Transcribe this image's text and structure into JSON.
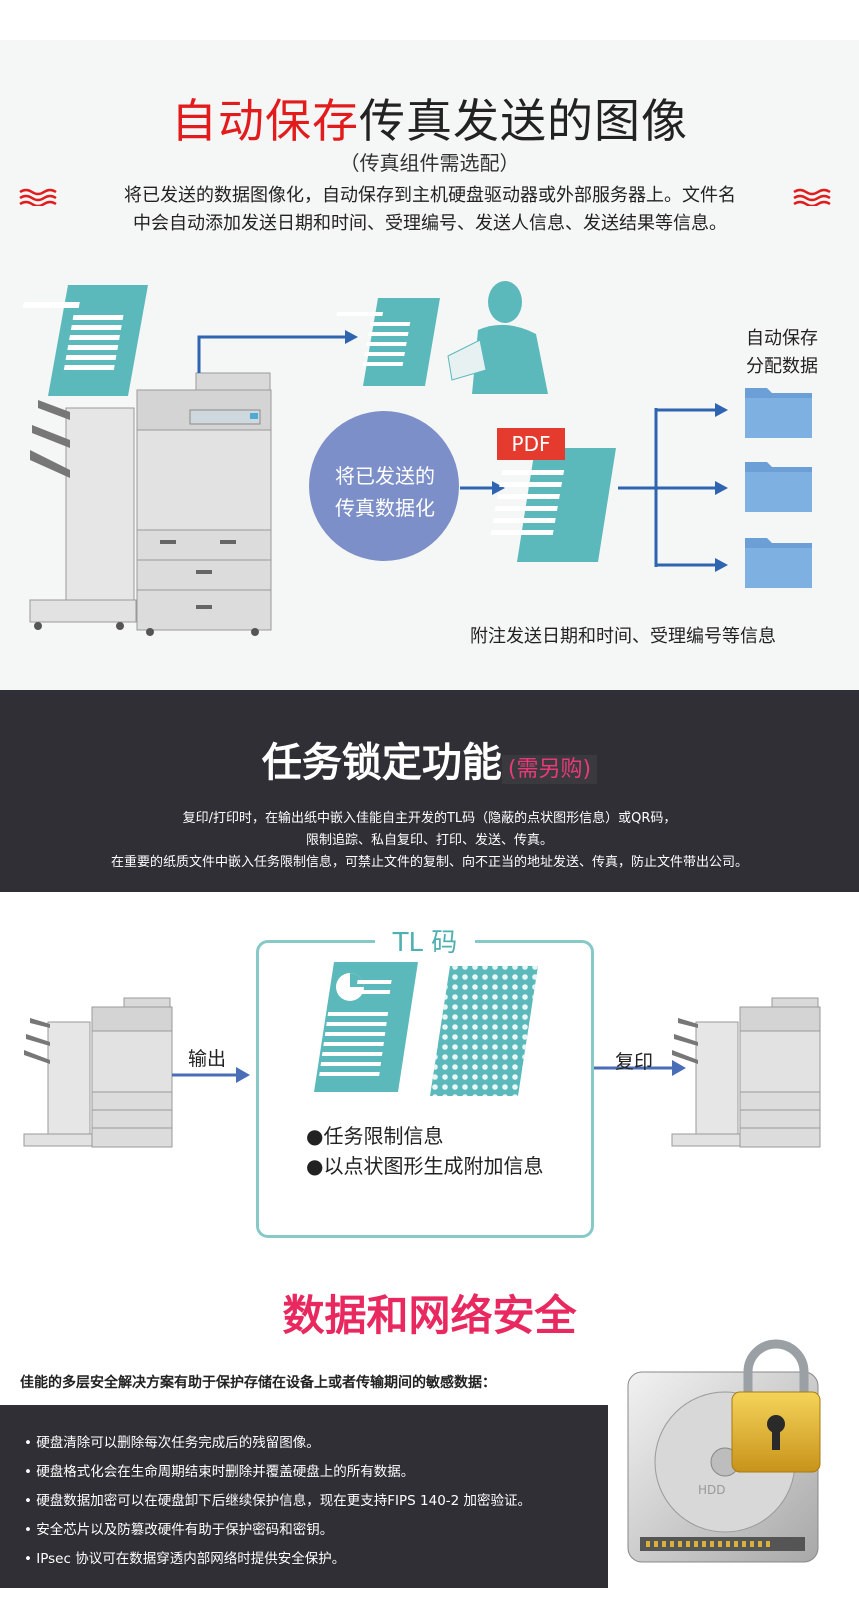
{
  "section1": {
    "title_red": "自动保存",
    "title_rest": "传真发送的图像",
    "subtitle": "（传真组件需选配）",
    "desc_line1": "将已发送的数据图像化，自动保存到主机硬盘驱动器或外部服务器上。文件名",
    "desc_line2": "中会自动添加发送日期和时间、受理编号、发送人信息、发送结果等信息。",
    "auto_save_line1": "自动保存",
    "auto_save_line2": "分配数据",
    "circle_line1": "将已发送的",
    "circle_line2": "传真数据化",
    "pdf_label": "PDF",
    "note": "附注发送日期和时间、受理编号等信息",
    "colors": {
      "accent_red": "#e21c1c",
      "circle": "#7d8fc8",
      "teal": "#4fb5b8",
      "folder": "#6b9fd6",
      "arrow": "#2f64b0"
    }
  },
  "section2": {
    "title": "任务锁定功能",
    "title_suffix": "(需另购)",
    "desc_line1": "复印/打印时，在输出纸中嵌入佳能自主开发的TL码（隐蔽的点状图形信息）或QR码，",
    "desc_line2": "限制追踪、私自复印、打印、发送、传真。",
    "desc_line3": "在重要的纸质文件中嵌入任务限制信息，可禁止文件的复制、向不正当的地址发送、传真，防止文件带出公司。",
    "colors": {
      "background": "#2f2f35",
      "suffix": "#e73a78"
    }
  },
  "section3": {
    "tl_title": "TL 码",
    "output_label": "输出",
    "copy_label": "复印",
    "bullet1": "●任务限制信息",
    "bullet2": "●以点状图形生成附加信息",
    "colors": {
      "box_border": "#86c9c8",
      "tl_text": "#4fb0b0"
    }
  },
  "section4": {
    "title": "数据和网络安全",
    "intro": "佳能的多层安全解决方案有助于保护存储在设备上或者传输期间的敏感数据：",
    "items": [
      "硬盘清除可以删除每次任务完成后的残留图像。",
      "硬盘格式化会在生命周期结束时删除并覆盖硬盘上的所有数据。",
      "硬盘数据加密可以在硬盘卸下后继续保护信息，现在更支持FIPS 140-2 加密验证。",
      "安全芯片以及防篡改硬件有助于保护密码和密钥。",
      "IPsec 协议可在数据穿透内部网络时提供安全保护。"
    ],
    "hdd_label": "HDD",
    "colors": {
      "title": "#e8285e",
      "lock": "#e3b52a"
    }
  }
}
